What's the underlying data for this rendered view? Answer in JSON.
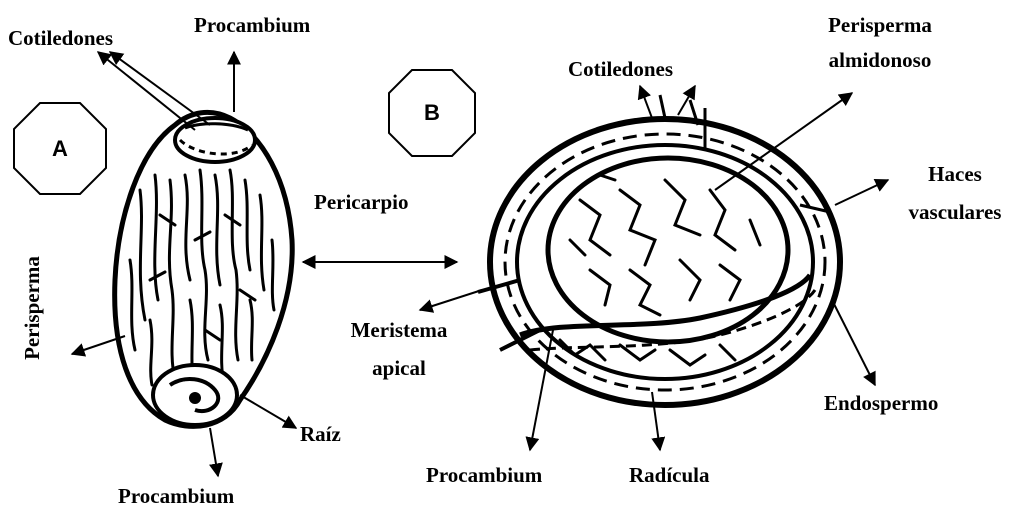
{
  "panels": {
    "a": {
      "letter": "A"
    },
    "b": {
      "letter": "B"
    }
  },
  "labels": {
    "a_cotiledones": "Cotiledones",
    "a_procambium_top": "Procambium",
    "a_perisperma": "Perisperma",
    "a_raiz": "Raíz",
    "a_procambium_bottom": "Procambium",
    "pericarpio": "Pericarpio",
    "b_cotiledones": "Cotiledones",
    "b_perisperma_line1": "Perisperma",
    "b_perisperma_line2": "almidonoso",
    "b_haces_line1": "Haces",
    "b_haces_line2": "vasculares",
    "b_meristema_line1": "Meristema",
    "b_meristema_line2": "apical",
    "b_endospermo": "Endospermo",
    "b_procambium": "Procambium",
    "b_radicula": "Radícula"
  },
  "colors": {
    "ink": "#000000",
    "paper": "#ffffff"
  }
}
